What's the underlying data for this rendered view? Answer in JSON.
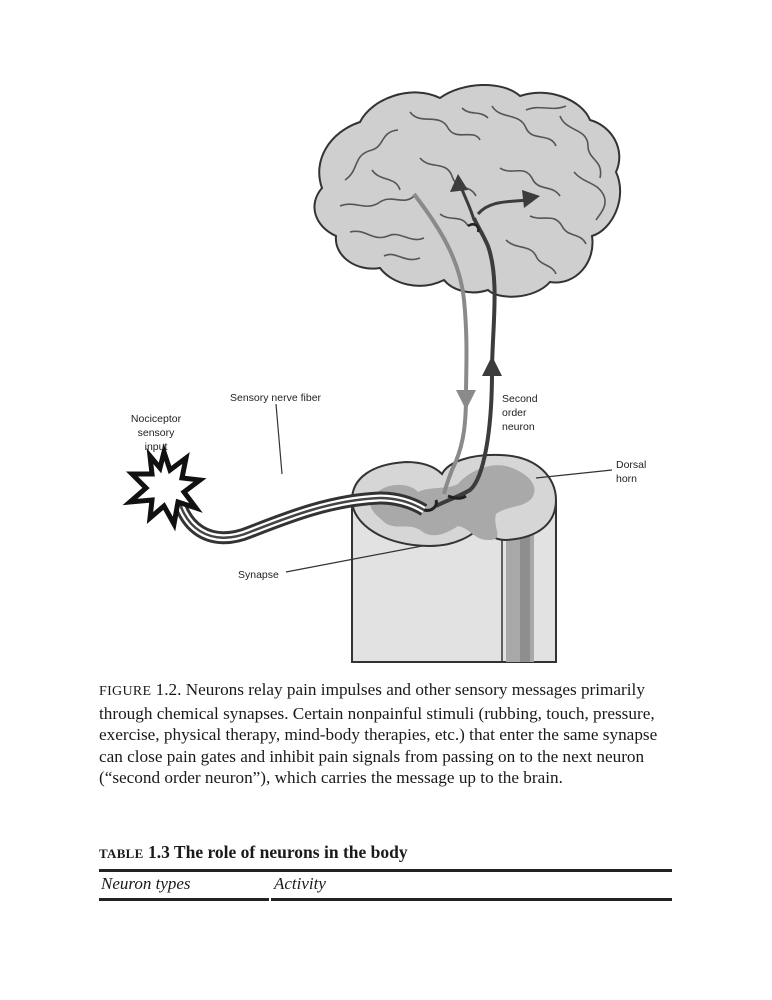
{
  "figure": {
    "labels": {
      "nociceptor": [
        "Nociceptor",
        "sensory",
        "input"
      ],
      "sensory_nerve_fiber": "Sensory nerve fiber",
      "second_order_neuron": [
        "Second",
        "order",
        "neuron"
      ],
      "dorsal_horn": [
        "Dorsal",
        "horn"
      ],
      "synapse": "Synapse"
    },
    "caption": {
      "label": "FIGURE",
      "number": "1.2.",
      "text": "Neurons relay pain impulses and other sensory messages primarily through chemical synapses. Certain nonpainful stimuli (rubbing, touch, pressure, exercise, physical therapy, mind-body therapies, etc.) that enter the same synapse can close pain gates and inhibit pain signals from passing on to the next neuron (“second order neuron”), which carries the message up to the brain."
    }
  },
  "table": {
    "label": "TABLE",
    "title": "1.3 The role of neurons in the body",
    "columns": [
      "Neuron types",
      "Activity"
    ]
  }
}
